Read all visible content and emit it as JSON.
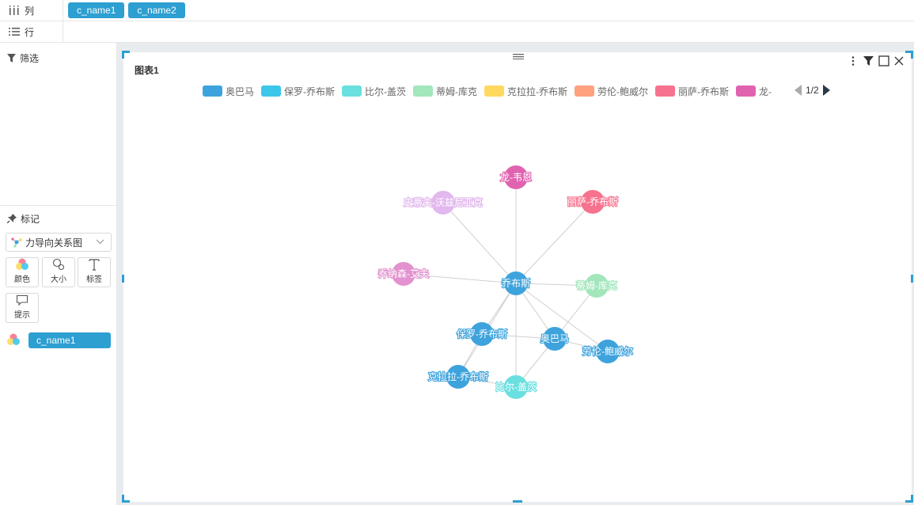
{
  "shelves": {
    "columns": {
      "label": "列",
      "fields": [
        "c_name1",
        "c_name2"
      ]
    },
    "rows": {
      "label": "行"
    }
  },
  "filter": {
    "title": "筛选"
  },
  "marks": {
    "title": "标记",
    "chart_type": "力导向关系图",
    "buttons": [
      {
        "label": "颜色",
        "icon": "color-icon"
      },
      {
        "label": "大小",
        "icon": "size-icon"
      },
      {
        "label": "标签",
        "icon": "label-icon"
      },
      {
        "label": "提示",
        "icon": "tooltip-icon"
      }
    ],
    "color_field": "c_name1"
  },
  "chart_card": {
    "title": "图表1",
    "pager": "1/2",
    "legend": [
      {
        "name": "奥巴马",
        "color": "#3ea3dc"
      },
      {
        "name": "保罗-乔布斯",
        "color": "#3ec6ea"
      },
      {
        "name": "比尔-盖茨",
        "color": "#6adfe0"
      },
      {
        "name": "蒂姆-库克",
        "color": "#a2e6bb"
      },
      {
        "name": "克拉拉-乔布斯",
        "color": "#ffd95e"
      },
      {
        "name": "劳伦-鲍威尔",
        "color": "#ffa07e"
      },
      {
        "name": "丽萨-乔布斯",
        "color": "#f7728e"
      },
      {
        "name": "龙-",
        "color": "#e063b0"
      }
    ]
  },
  "chart_data": {
    "type": "force-graph",
    "nodes": [
      {
        "id": "乔布斯",
        "color": "#3ea3dc"
      },
      {
        "id": "龙-韦恩",
        "color": "#e063b0"
      },
      {
        "id": "丽萨-乔布斯",
        "color": "#f7728e"
      },
      {
        "id": "史蒂夫-沃兹尼亚克",
        "color": "#e2b8ee"
      },
      {
        "id": "乔纳森-艾夫",
        "color": "#e391cf"
      },
      {
        "id": "蒂姆-库克",
        "color": "#a2e6bb"
      },
      {
        "id": "保罗-乔布斯",
        "color": "#3ea3dc"
      },
      {
        "id": "奥巴马",
        "color": "#3ea3dc"
      },
      {
        "id": "劳伦-鲍威尔",
        "color": "#3ea3dc"
      },
      {
        "id": "克拉拉-乔布斯",
        "color": "#3ea3dc"
      },
      {
        "id": "比尔-盖茨",
        "color": "#6adfe0"
      }
    ],
    "links": [
      [
        "乔布斯",
        "龙-韦恩"
      ],
      [
        "乔布斯",
        "丽萨-乔布斯"
      ],
      [
        "乔布斯",
        "史蒂夫-沃兹尼亚克"
      ],
      [
        "乔布斯",
        "乔纳森-艾夫"
      ],
      [
        "乔布斯",
        "蒂姆-库克"
      ],
      [
        "乔布斯",
        "保罗-乔布斯"
      ],
      [
        "乔布斯",
        "奥巴马"
      ],
      [
        "乔布斯",
        "劳伦-鲍威尔"
      ],
      [
        "乔布斯",
        "克拉拉-乔布斯"
      ],
      [
        "乔布斯",
        "比尔-盖茨"
      ],
      [
        "保罗-乔布斯",
        "克拉拉-乔布斯"
      ],
      [
        "保罗-乔布斯",
        "奥巴马"
      ],
      [
        "奥巴马",
        "劳伦-鲍威尔"
      ],
      [
        "奥巴马",
        "比尔-盖茨"
      ],
      [
        "奥巴马",
        "蒂姆-库克"
      ],
      [
        "克拉拉-乔布斯",
        "比尔-盖茨"
      ]
    ]
  }
}
